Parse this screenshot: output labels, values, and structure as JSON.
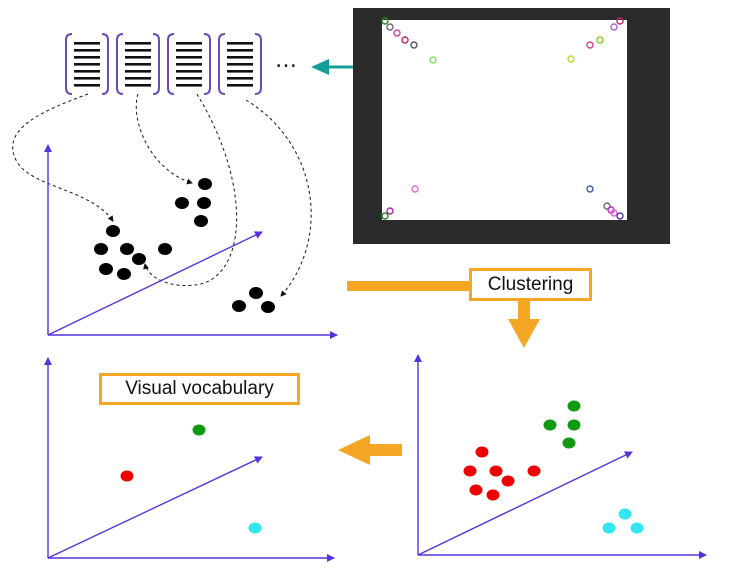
{
  "labels": {
    "clustering": "Clustering",
    "visual_vocabulary": "Visual vocabulary",
    "ellipsis": "…"
  },
  "colors": {
    "axis": "#5533dd",
    "arrow_orange": "#f5a623",
    "arrow_teal": "#159e98",
    "document_bracket": "#6a4bb5",
    "cluster_red": "#ee0000",
    "cluster_green": "#119911",
    "cluster_cyan": "#33e5ee",
    "point_black": "#000000",
    "image_frame": "#2b2b2b"
  },
  "icons": {
    "document": "document-icon",
    "arrow": "arrow-icon"
  },
  "documents": {
    "count": 4
  },
  "panels": {
    "features": {
      "clusters": [
        "point_black",
        "point_black",
        "point_black"
      ]
    },
    "clustered": {
      "clusters": [
        "cluster_green",
        "cluster_red",
        "cluster_cyan"
      ]
    },
    "vocabulary": {
      "words": [
        "cluster_red",
        "cluster_green",
        "cluster_cyan"
      ]
    }
  }
}
